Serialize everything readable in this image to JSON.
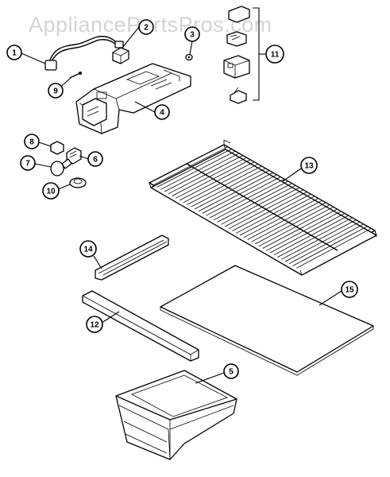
{
  "watermark": "AppliancePartsPros.com",
  "callouts": [
    {
      "label": "1"
    },
    {
      "label": "2"
    },
    {
      "label": "3"
    },
    {
      "label": "4"
    },
    {
      "label": "5"
    },
    {
      "label": "6"
    },
    {
      "label": "7"
    },
    {
      "label": "8"
    },
    {
      "label": "9"
    },
    {
      "label": "10"
    },
    {
      "label": "11"
    },
    {
      "label": "12"
    },
    {
      "label": "13"
    },
    {
      "label": "14"
    },
    {
      "label": "15"
    }
  ]
}
